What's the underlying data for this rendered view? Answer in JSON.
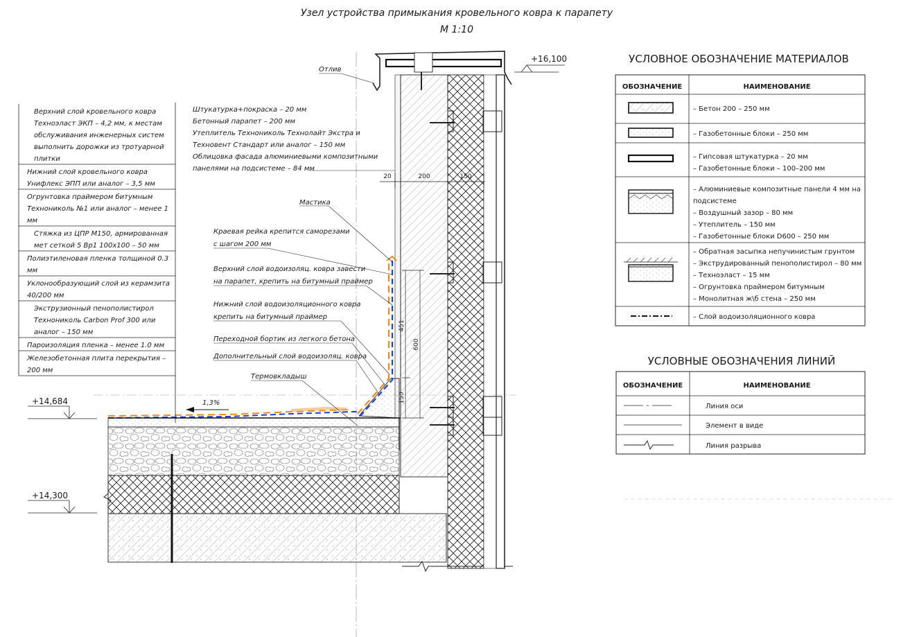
{
  "title": {
    "line1": "Узел устройства примыкания кровельного ковра к парапету",
    "line2": "М 1:10"
  },
  "elevations": {
    "top": "+16,100",
    "roof": "+14,684",
    "slab": "+14,300"
  },
  "slope": "1,3%",
  "dims": {
    "d20": "20",
    "d200": "200",
    "d150": "150",
    "d451": "451",
    "d600": "600",
    "d150b": "150"
  },
  "layers": [
    {
      "lines": [
        "Верхний слой кровельного ковра",
        "Техноэласт ЭКП – 4,2 мм, к местам",
        "обслуживания инженерных систем",
        "выполнить дорожки из тротуарной",
        "плитки"
      ]
    },
    {
      "lines": [
        "Нижний слой кровельного ковра",
        "Унифлекс ЭПП или аналог – 3,5 мм"
      ]
    },
    {
      "lines": [
        "Огрунтовка праймером битумным",
        "Технониколь №1 или аналог – менее 1",
        "мм"
      ]
    },
    {
      "lines": [
        "Стяжка из ЦПР М150, армированная",
        "мет сеткой 5 Вр1 100х100 – 50 мм"
      ]
    },
    {
      "lines": [
        "Полиэтиленовая пленка толщиной 0.3",
        "мм"
      ]
    },
    {
      "lines": [
        "Уклонообразующий слой из керамзита",
        "40/200 мм"
      ]
    },
    {
      "lines": [
        "Экструзионный пенополистирол",
        "Технониколь Carbon Prof 300 или",
        "аналог – 150 мм"
      ]
    },
    {
      "lines": [
        "Пароизоляция пленка – менее 1.0 мм"
      ]
    },
    {
      "lines": [
        "Железобетонная плита перекрытия –",
        "200 мм"
      ]
    }
  ],
  "parapet_note": [
    "Штукатурка+покраска – 20 мм",
    "Бетонный парапет – 200 мм",
    "Утеплитель Технониколь Технолайт Экстра и",
    "Техновент Стандарт  или аналог – 150 мм",
    "Облицовка фасада алюминиевыми композитными",
    "панелями на подсистеме – 84 мм"
  ],
  "callouts": {
    "otliv": "Отлив",
    "mastika": "Мастика",
    "reika": [
      "Краевая рейка крепится саморезами",
      "с шагом 200 мм"
    ],
    "upper": [
      "Верхний слой водоизоляц. ковра завести",
      "на парапет, крепить на битумный праймер"
    ],
    "lower": [
      "Нижний слой водоизоляционного ковра",
      "крепить на битумный праймер"
    ],
    "bortik": "Переходной бортик из легкого бетона",
    "dop": "Дополнительный слой водоизоляц. ковра",
    "termo": "Термовкладыш"
  },
  "materials": {
    "title": "УСЛОВНОЕ ОБОЗНАЧЕНИЕ МАТЕРИАЛОВ",
    "col1": "ОБОЗНАЧЕНИЕ",
    "col2": "НАИМЕНОВАНИЕ",
    "rows": [
      {
        "lines": [
          "– Бетон 200 – 250 мм"
        ]
      },
      {
        "lines": [
          "– Газобетонные блоки – 250 мм"
        ]
      },
      {
        "lines": [
          "– Гипсовая штукатурка – 20 мм",
          "– Газобетонные блоки – 100–200 мм"
        ]
      },
      {
        "lines": [
          "– Алюминиевые композитные панели 4 мм на",
          "подсистеме",
          "– Воздушный зазор – 80 мм",
          "– Утеплитель – 150 мм",
          "– Газобетонные блоки D600 – 250 мм"
        ]
      },
      {
        "lines": [
          "– Обратная засыпка непучинистым грунтом",
          "– Экструдированный пенополистирол – 80 мм",
          "– Техноэласт – 15 мм",
          "– Огрунтовка праймером битумным",
          "– Монолитная ж\\б стена – 250 мм"
        ]
      },
      {
        "lines": [
          "– Слой водоизоляционного ковра"
        ]
      }
    ]
  },
  "lines_legend": {
    "title": "УСЛОВНЫЕ ОБОЗНАЧЕНИЯ ЛИНИЙ",
    "col1": "ОБОЗНАЧЕНИЕ",
    "col2": "НАИМЕНОВАНИЕ",
    "rows": [
      {
        "label": "Линия оси"
      },
      {
        "label": "Элемент в виде"
      },
      {
        "label": "Линия разрыва"
      }
    ]
  }
}
